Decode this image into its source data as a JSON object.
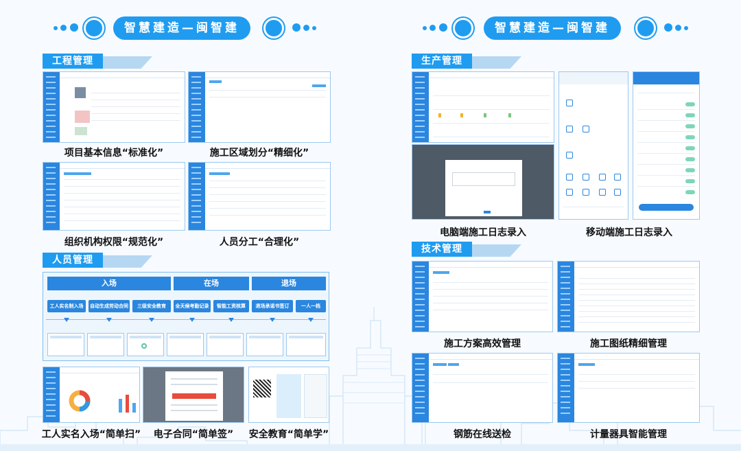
{
  "banners": {
    "left": "智慧建造—闽智建",
    "right": "智慧建造—闽智建"
  },
  "sections": {
    "project": "工程管理",
    "personnel": "人员管理",
    "production": "生产管理",
    "technical": "技术管理"
  },
  "captions": {
    "project_info": "项目基本信息“标准化”",
    "area_division": "施工区域划分“精细化”",
    "org_permission": "组织机构权限“规范化”",
    "staff_division": "人员分工“合理化”",
    "realname_entry": "工人实名入场“简单扫”",
    "e_contract": "电子合同“简单签”",
    "safety_edu": "安全教育“简单学”",
    "pc_log": "电脑端施工日志录入",
    "mobile_log": "移动端施工日志录入",
    "plan_mgmt": "施工方案高效管理",
    "drawing_mgmt": "施工图纸精细管理",
    "rebar_check": "钢筋在线送检",
    "meter_mgmt": "计量器具智能管理"
  },
  "flow": {
    "phases": [
      "入场",
      "在场",
      "退场"
    ],
    "steps": [
      "工人实名制入场",
      "自动生成劳动合同",
      "三级安全教育",
      "全天候考勤记录",
      "智能工资核算",
      "退场承诺书签订",
      "一人一档"
    ]
  },
  "colors": {
    "primary": "#1f9cf0",
    "dark_blue": "#2a86de",
    "light_blue": "#b6d7f2"
  }
}
